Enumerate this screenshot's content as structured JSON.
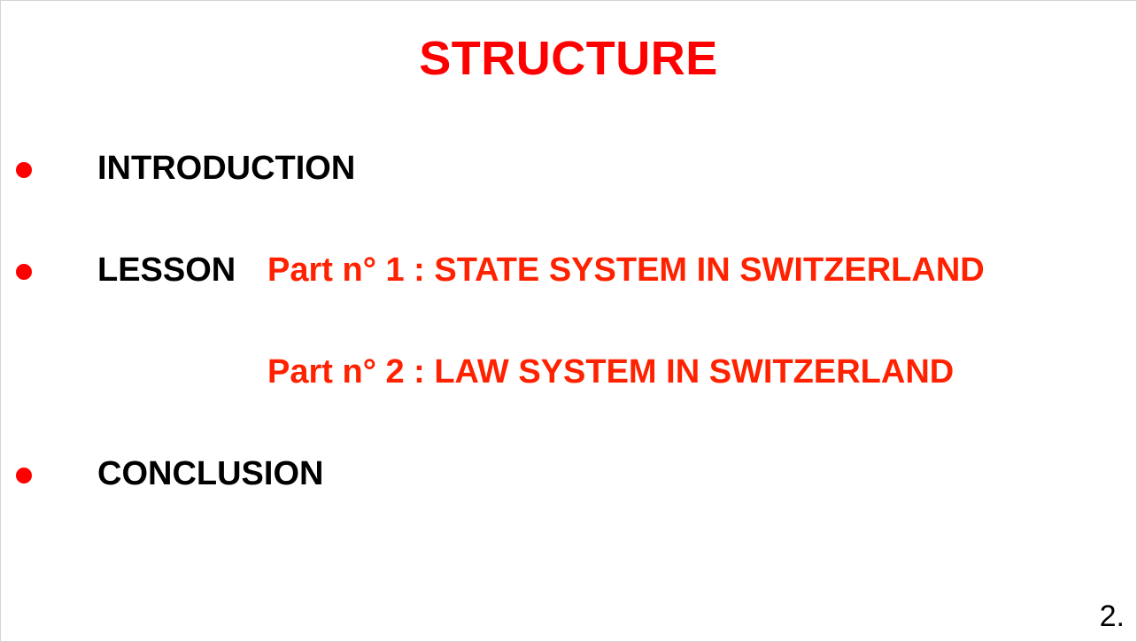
{
  "slide": {
    "title": "STRUCTURE",
    "items": [
      {
        "label": "INTRODUCTION"
      },
      {
        "label": "LESSON",
        "parts": [
          "Part n° 1 : STATE SYSTEM IN SWITZERLAND",
          "Part n° 2 : LAW SYSTEM IN SWITZERLAND"
        ]
      },
      {
        "label": "CONCLUSION"
      }
    ],
    "page_number": "2."
  },
  "colors": {
    "title": "#ff0000",
    "bullet": "#ff0000",
    "part_text": "#ff2200",
    "label_text": "#000000"
  },
  "icons": {
    "bullet": "red-dot-bullet-icon"
  }
}
